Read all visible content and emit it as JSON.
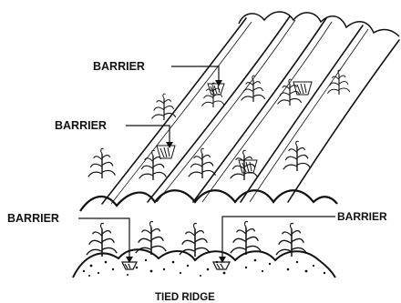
{
  "labels": {
    "barrier_top": "BARRIER",
    "barrier_mid": "BARRIER",
    "barrier_left": "BARRIER",
    "barrier_right": "BARRIER",
    "caption": "TIED RIDGE"
  },
  "colors": {
    "ink": "#111111",
    "paper": "#ffffff"
  }
}
